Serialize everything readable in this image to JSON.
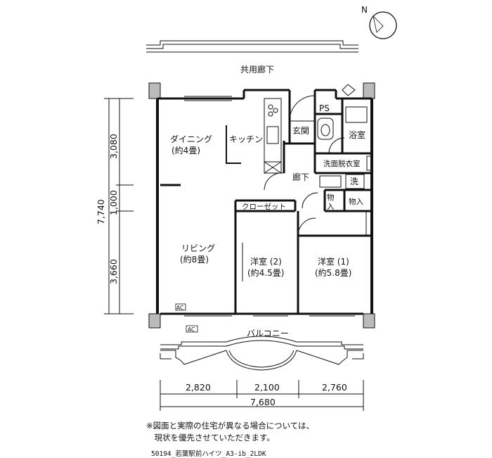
{
  "compass": {
    "label": "N",
    "icon": "north-arrow-icon"
  },
  "corridor_label": "共用廊下",
  "rooms": {
    "dining": "ダイニング",
    "dining_size": "(約4畳)",
    "kitchen": "キッチン",
    "entrance": "玄関",
    "ps": "PS",
    "bath": "浴室",
    "washroom": "洗面脱衣室",
    "washer": "洗",
    "hall": "廊下",
    "storage_small_1": "物",
    "storage_small_2": "入",
    "storage": "物入",
    "closet": "クローゼット",
    "living": "リビング",
    "living_size": "(約8畳)",
    "western2": "洋室 (2)",
    "western2_size": "(約4.5畳)",
    "western1": "洋室 (1)",
    "western1_size": "(約5.8畳)",
    "ac_indoor": "AC",
    "ac_outdoor": "AC",
    "balcony": "バルコニー"
  },
  "dimensions": {
    "vertical_total": "7,740",
    "vertical_parts": [
      "3,080",
      "1,000",
      "3,660"
    ],
    "horizontal_parts": [
      "2,820",
      "2,100",
      "2,760"
    ],
    "horizontal_total": "7,680"
  },
  "note": "※図面と実際の住宅が異なる場合については、\n　現状を優先させていただきます。",
  "plan_code": "50194_若葉駅前ハイツ_A3-ib_2LDK"
}
